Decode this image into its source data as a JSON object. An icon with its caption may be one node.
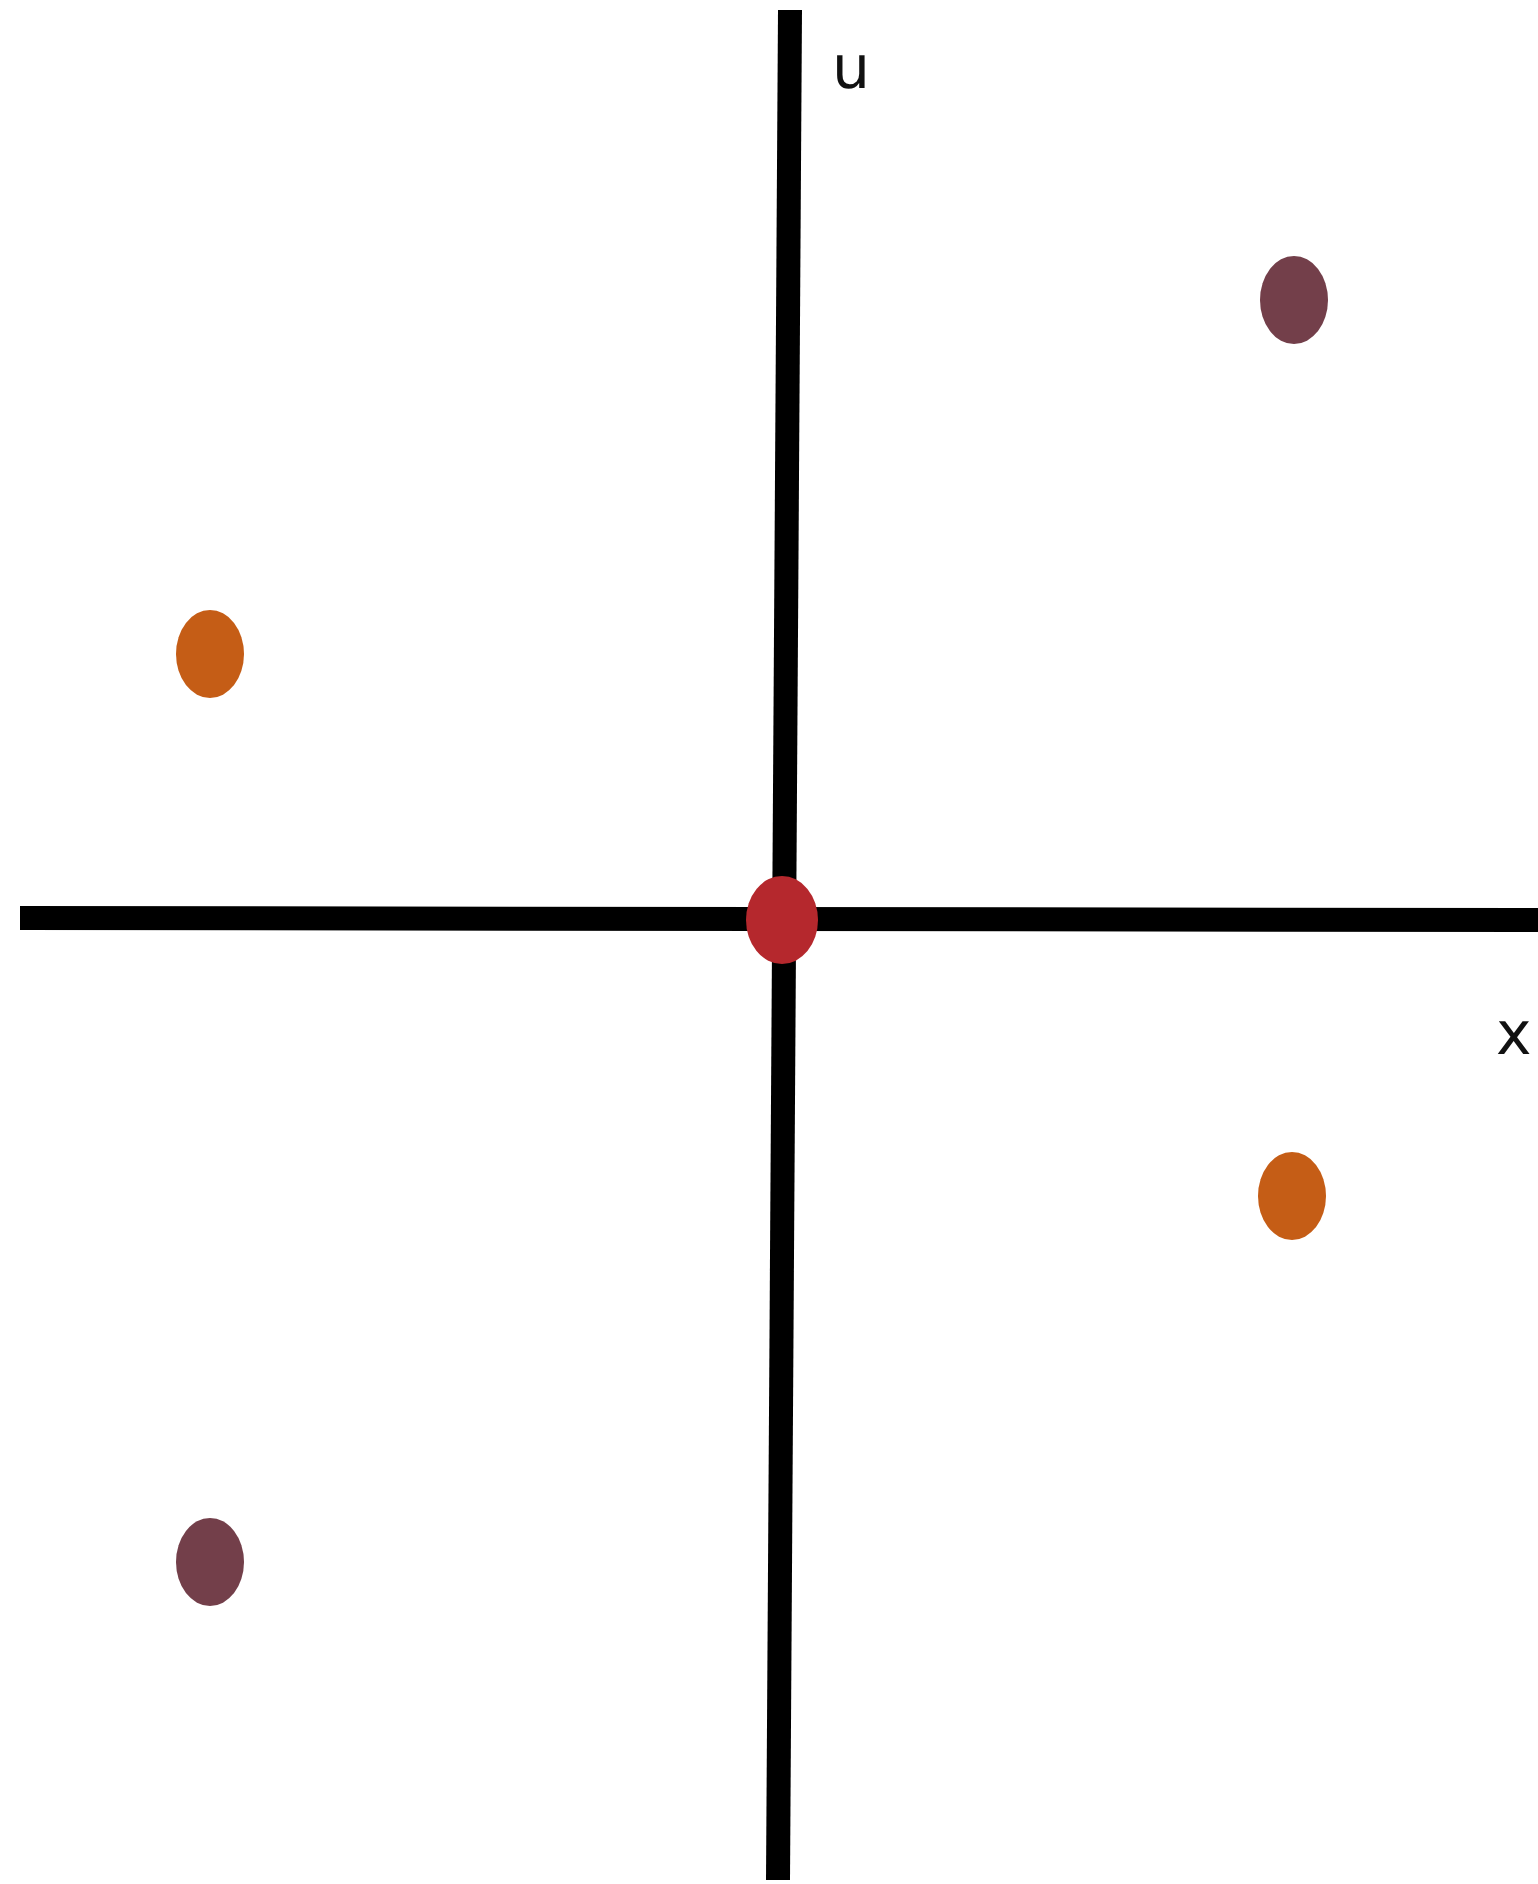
{
  "diagram": {
    "nodes": [
      {
        "text": [],
        "shape": "circle"
      },
      {
        "text": [],
        "shape": "circle"
      },
      {
        "text": [],
        "shape": "circle"
      },
      {
        "text": [],
        "shape": "circle"
      },
      {
        "text": [],
        "shape": "circle"
      }
    ],
    "labels": [
      "u",
      "x"
    ]
  }
}
